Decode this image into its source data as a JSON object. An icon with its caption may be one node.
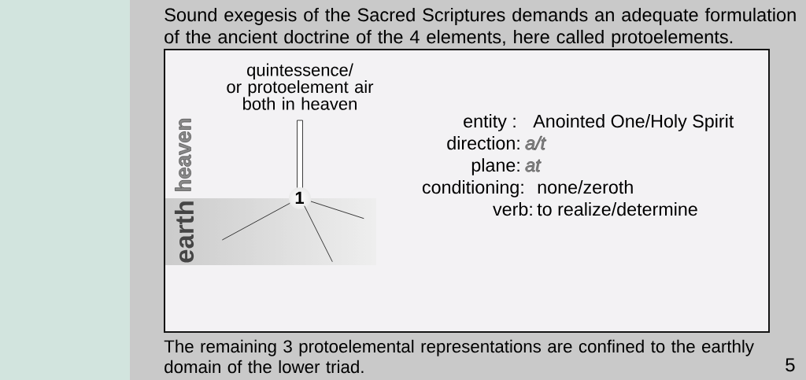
{
  "diagram": {
    "title": "Sound exegesis of the Sacred Scriptures demands an adequate formulation of the ancient doctrine of the 4 elements, here called protoelements.",
    "caption": "The remaining 3 protoelemental representations are confined to the earthly domain of the lower triad.",
    "nodes": [
      {
        "text": [
          "earth"
        ]
      }
    ],
    "labels": [
      "quintessence/ or protoelement air both in heaven",
      "heaven",
      "1",
      "entity :",
      "Anointed One/Holy Spirit",
      "direction:",
      "a/t",
      "plane:",
      "at",
      "conditioning:",
      "none/zeroth",
      "verb:",
      "to realize/determine",
      "5"
    ]
  }
}
